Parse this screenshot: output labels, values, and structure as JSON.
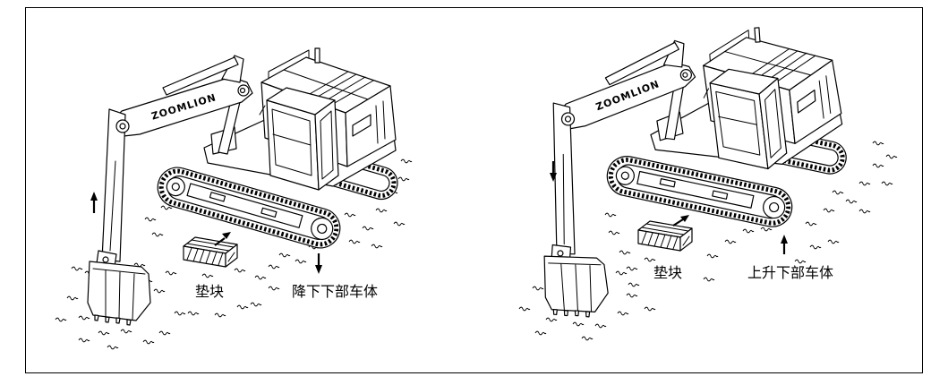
{
  "figures": [
    {
      "pad_label": "垫块",
      "action_label": "降下下部车体"
    },
    {
      "pad_label": "垫块",
      "action_label": "上升下部车体"
    }
  ],
  "boom_lettering": "ZOOMLION",
  "colors": {
    "line": "#000000",
    "background": "#ffffff"
  }
}
